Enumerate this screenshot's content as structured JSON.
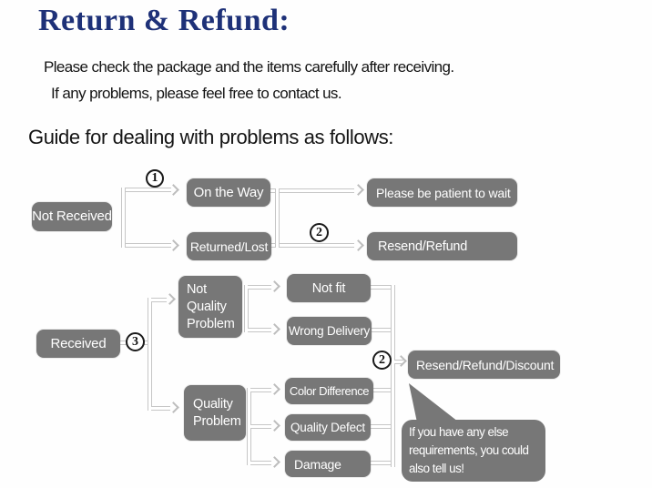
{
  "page": {
    "title": "Return & Refund:",
    "intro_line1": "Please check the package and the items carefully after receiving.",
    "intro_line2": "If any problems, please feel free to contact us.",
    "guide_heading": "Guide for dealing with problems as follows:"
  },
  "colors": {
    "title": "#1e3178",
    "box_gray": "#777777",
    "line_gray": "#c6c6c6",
    "badge_border": "#1a1a1a",
    "text_dark": "#141414"
  },
  "flowchart": {
    "badges": {
      "step1": "1",
      "step2_top": "2",
      "step3": "3",
      "step2_bottom": "2"
    },
    "nodes": {
      "not_received": "Not Received",
      "on_the_way": "On the Way",
      "returned_lost": "Returned/Lost",
      "be_patient": "Please be patient to wait",
      "resend_refund": "Resend/Refund",
      "received": "Received",
      "not_quality_problem": "Not Quality Problem",
      "not_fit": "Not fit",
      "wrong_delivery": "Wrong Delivery",
      "quality_problem": "Quality Problem",
      "color_difference": "Color Difference",
      "quality_defect": "Quality Defect",
      "damage": "Damage",
      "resend_refund_discount": "Resend/Refund/Discount"
    },
    "speech_bubble": "If you have any else requirements, you could also tell us!"
  }
}
